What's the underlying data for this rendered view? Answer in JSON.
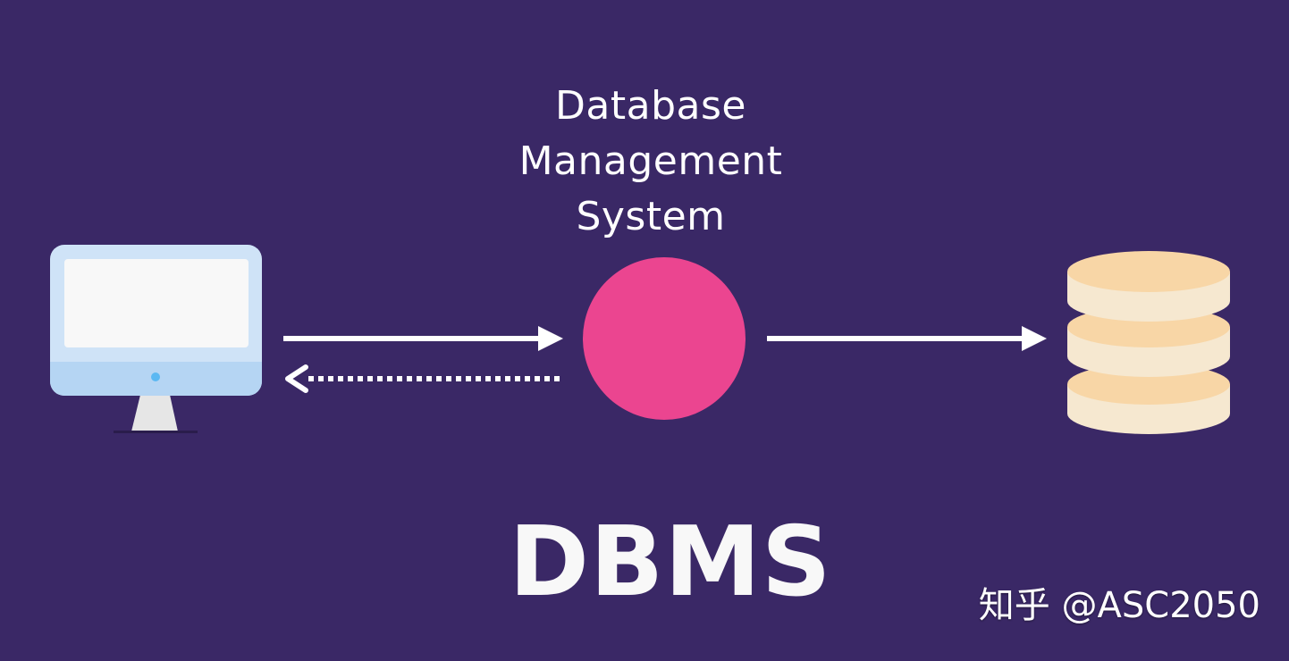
{
  "diagram": {
    "title_lines": [
      "Database",
      "Management",
      "System"
    ],
    "caption": "DBMS",
    "watermark": "知乎 @ASC2050"
  },
  "colors": {
    "background": "#3a2866",
    "dbms_node": "#eb4590",
    "arrow": "#ffffff",
    "monitor_frame": "#cfe3f7",
    "monitor_screen": "#f8f8f8",
    "monitor_base_panel": "#b5d5f3",
    "monitor_power_led": "#5bb8f2",
    "monitor_stand": "#e6e6e6",
    "database_top": "#f8d6a6",
    "database_side": "#f6e8d0"
  },
  "icons": {
    "client": "monitor-icon",
    "database": "database-cylinder-icon"
  }
}
